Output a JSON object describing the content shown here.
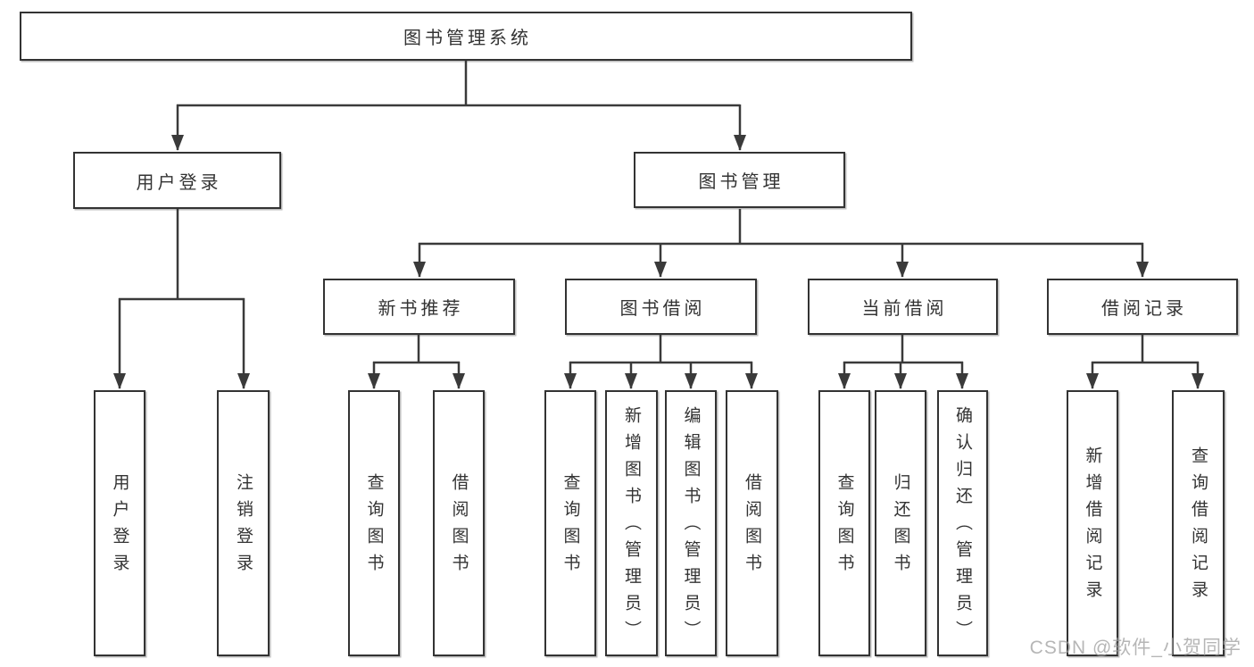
{
  "colors": {
    "background": "#ffffff",
    "line": "#3a3a3a",
    "box_border": "#333333",
    "text": "#333333",
    "watermark": "#9e9e9e"
  },
  "diagram": {
    "type": "tree",
    "root": {
      "label": "图书管理系统"
    },
    "level2": [
      {
        "label": "用户登录"
      },
      {
        "label": "图书管理"
      }
    ],
    "level3": [
      {
        "label": "新书推荐",
        "parent": "图书管理"
      },
      {
        "label": "图书借阅",
        "parent": "图书管理"
      },
      {
        "label": "当前借阅",
        "parent": "图书管理"
      },
      {
        "label": "借阅记录",
        "parent": "图书管理"
      }
    ],
    "leaves": [
      {
        "label": "用户登录",
        "parent": "用户登录"
      },
      {
        "label": "注销登录",
        "parent": "用户登录"
      },
      {
        "label": "查询图书",
        "parent": "新书推荐"
      },
      {
        "label": "借阅图书",
        "parent": "新书推荐"
      },
      {
        "label": "查询图书",
        "parent": "图书借阅"
      },
      {
        "label": "新增图书（管理员）",
        "parent": "图书借阅"
      },
      {
        "label": "编辑图书（管理员）",
        "parent": "图书借阅"
      },
      {
        "label": "借阅图书",
        "parent": "图书借阅"
      },
      {
        "label": "查询图书",
        "parent": "当前借阅"
      },
      {
        "label": "归还图书",
        "parent": "当前借阅"
      },
      {
        "label": "确认归还（管理员）",
        "parent": "当前借阅"
      },
      {
        "label": "新增借阅记录",
        "parent": "借阅记录"
      },
      {
        "label": "查询借阅记录",
        "parent": "借阅记录"
      }
    ]
  },
  "watermark": {
    "text": "CSDN @软件_小贺同学"
  }
}
